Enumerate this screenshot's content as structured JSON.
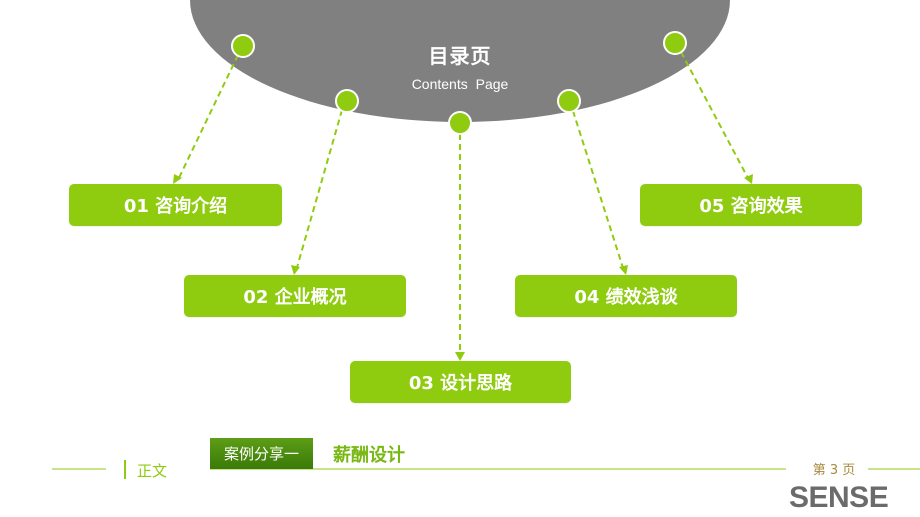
{
  "header": {
    "title": "目录页",
    "subtitle": "Contents Page"
  },
  "items": [
    {
      "label": "01 咨询介绍"
    },
    {
      "label": "02 企业概况"
    },
    {
      "label": "03 设计思路"
    },
    {
      "label": "04 绩效浅谈"
    },
    {
      "label": "05 咨询效果"
    }
  ],
  "footer": {
    "section_tag": "正文",
    "case_label": "案例分享一",
    "case_title": "薪酬设计",
    "page_number": "第 3 页",
    "brand": "SENSE"
  },
  "colors": {
    "accent_green": "#8fcb0f",
    "dark_green": "#3a7a08",
    "header_gray": "#808080",
    "brand_gray": "#6b6b6b"
  }
}
